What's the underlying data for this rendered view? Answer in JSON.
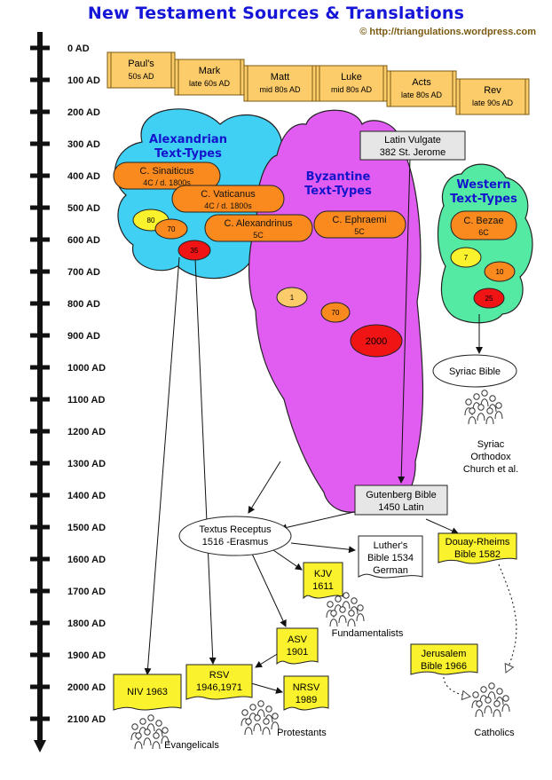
{
  "title": "New Testament Sources & Translations",
  "credit": "© http://triangulations.wordpress.com",
  "timeline": [
    "0 AD",
    "100 AD",
    "200 AD",
    "300 AD",
    "400 AD",
    "500 AD",
    "600 AD",
    "700 AD",
    "800 AD",
    "900 AD",
    "1000 AD",
    "1100 AD",
    "1200 AD",
    "1300 AD",
    "1400 AD",
    "1500 AD",
    "1600 AD",
    "1700 AD",
    "1800 AD",
    "1900 AD",
    "2000 AD",
    "2100 AD"
  ],
  "books": [
    {
      "name": "Paul's",
      "date": "50s AD"
    },
    {
      "name": "Mark",
      "date": "late 60s AD"
    },
    {
      "name": "Matt",
      "date": "mid 80s AD"
    },
    {
      "name": "Luke",
      "date": "mid 80s AD"
    },
    {
      "name": "Acts",
      "date": "late 80s AD"
    },
    {
      "name": "Rev",
      "date": "late 90s AD"
    }
  ],
  "families": {
    "alexandrian": {
      "line1": "Alexandrian",
      "line2": "Text-Types",
      "color": "#3fd0f4"
    },
    "byzantine": {
      "line1": "Byzantine",
      "line2": "Text-Types",
      "color": "#e15cf0"
    },
    "western": {
      "line1": "Western",
      "line2": "Text-Types",
      "color": "#55eaa4"
    }
  },
  "codices": {
    "sinaiticus": {
      "name": "C. Sinaiticus",
      "date": "4C / d. 1800s"
    },
    "vaticanus": {
      "name": "C. Vaticanus",
      "date": "4C / d. 1800s"
    },
    "alexandrinus": {
      "name": "C. Alexandrinus",
      "date": "5C"
    },
    "ephraemi": {
      "name": "C. Ephraemi",
      "date": "5C"
    },
    "bezae": {
      "name": "C. Bezae",
      "date": "6C"
    }
  },
  "manuscripts": {
    "a80": "80",
    "a70": "70",
    "a35": "35",
    "b1": "1",
    "b70": "70",
    "b2000": "2000",
    "w7": "7",
    "w10": "10",
    "w25": "25"
  },
  "vulgate": {
    "line1": "Latin Vulgate",
    "line2": "382 St. Jerome"
  },
  "syriac_bible": "Syriac Bible",
  "syriac_church": [
    "Syriac",
    "Orthodox",
    "Church et al."
  ],
  "gutenberg": {
    "line1": "Gutenberg Bible",
    "line2": "1450 Latin"
  },
  "textus": {
    "line1": "Textus  Receptus",
    "line2": "1516 -Erasmus"
  },
  "luther": {
    "line1": "Luther's",
    "line2": "Bible 1534",
    "line3": "German"
  },
  "douay": {
    "line1": "Douay-Rheims",
    "line2": "Bible 1582"
  },
  "kjv": {
    "line1": "KJV",
    "line2": "1611"
  },
  "asv": {
    "line1": "ASV",
    "line2": "1901"
  },
  "rsv": {
    "line1": "RSV",
    "line2": "1946,1971"
  },
  "nrsv": {
    "line1": "NRSV",
    "line2": "1989"
  },
  "niv": {
    "line1": "NIV 1963"
  },
  "jerusalem": {
    "line1": "Jerusalem",
    "line2": "Bible 1966"
  },
  "groups": {
    "fundamentalists": "Fundamentalists",
    "evangelicals": "Evangelicals",
    "protestants": "Protestants",
    "catholics": "Catholics"
  },
  "colors": {
    "orange": "#fb8a1e",
    "red": "#f01414",
    "yellow_box": "#f9f22c",
    "book_box": "#fccb6a"
  }
}
